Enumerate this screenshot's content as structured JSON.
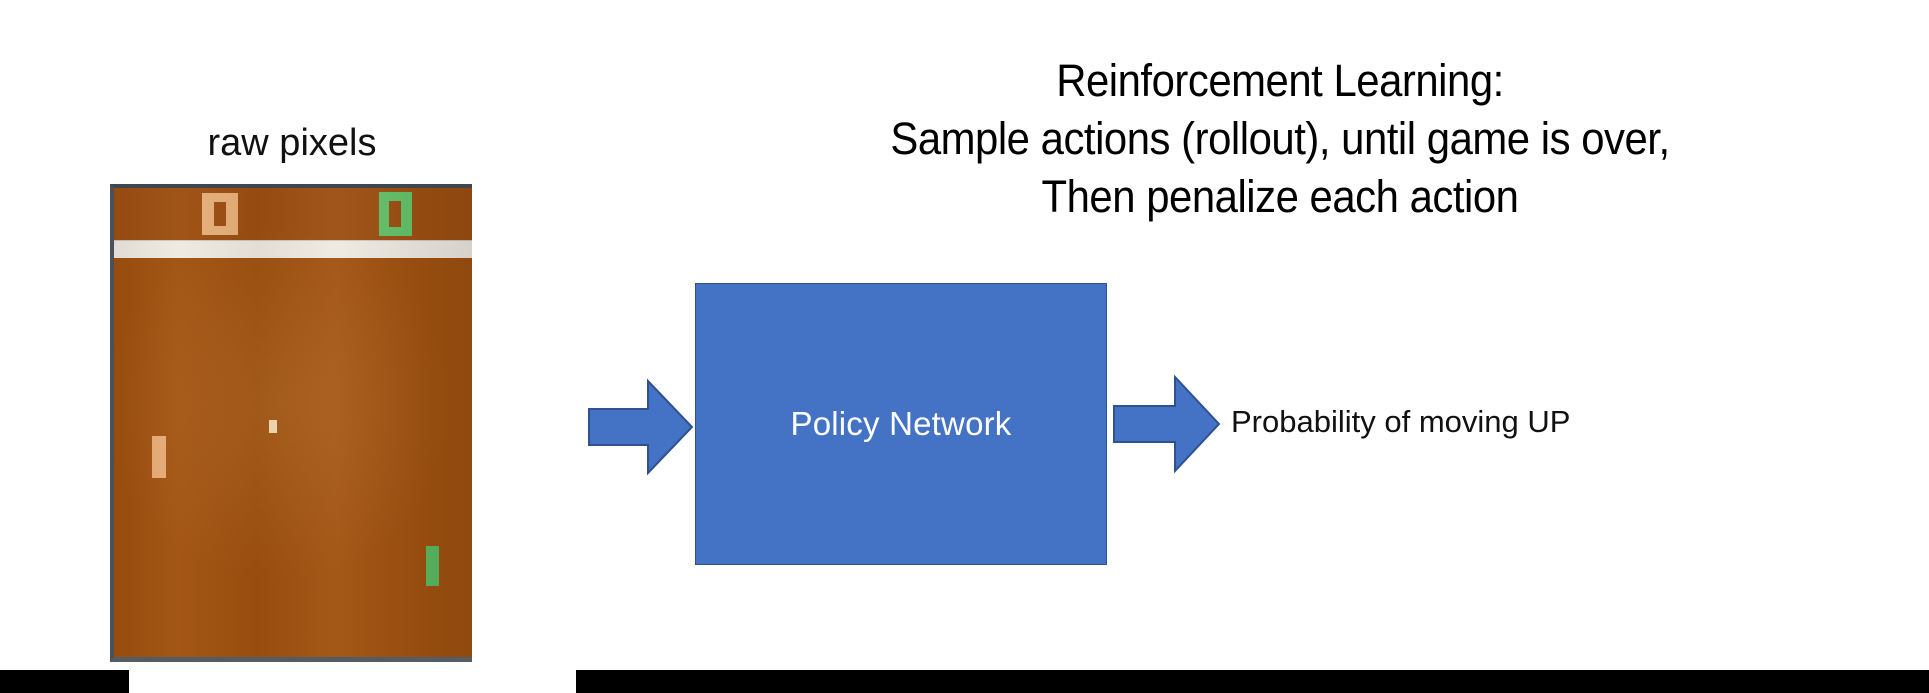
{
  "slide": {
    "headline_lines": [
      "Reinforcement Learning:",
      "Sample actions (rollout), until game is over,",
      "Then penalize each action"
    ],
    "raw_pixels_caption": "raw pixels",
    "policy_network_label": "Policy Network",
    "output_label": "Probability of moving UP"
  },
  "game": {
    "name": "pong-screen",
    "score_left": "0",
    "score_right": "0",
    "elements": {
      "left_paddle": "orange-paddle",
      "right_paddle": "green-paddle",
      "ball": "ball"
    }
  },
  "arrows": {
    "input_arrow": "right-arrow-input",
    "output_arrow": "right-arrow-output"
  },
  "colors": {
    "policy_box_fill": "#4472c4",
    "policy_box_stroke": "#2f528f",
    "arrow_fill": "#4472c4",
    "arrow_stroke": "#2f528f",
    "game_background": "#a0510f",
    "score_band": "#9d4f11",
    "divider": "#eeeae2",
    "left_paddle": "#e7ab76",
    "right_paddle": "#5cba5f",
    "ball": "#f3dcb4",
    "text": "#111111",
    "bar": "#000000"
  }
}
